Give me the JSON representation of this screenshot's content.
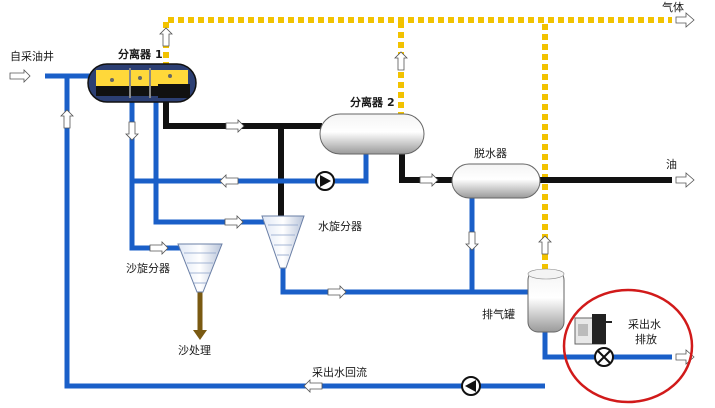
{
  "labels": {
    "inlet": "自采油井",
    "separator1": "分离器",
    "separator1_num": "1",
    "separator2": "分离器",
    "separator2_num": "2",
    "gas": "气体",
    "oil": "油",
    "dehydrator": "脱水器",
    "hydrocyclone": "水旋分器",
    "desander": "沙旋分器",
    "sand": "沙处理",
    "degasser": "排气罐",
    "discharge_line1": "采出水",
    "discharge_line2": "排放",
    "recycle": "采出水回流"
  },
  "colors": {
    "gas_line": "#f2c200",
    "oil_line": "#111111",
    "water_line": "#1a5fc8",
    "sand_line": "#7a5a12",
    "highlight_circle": "#d11a1a",
    "vessel_fill": "#d9d9d9"
  }
}
